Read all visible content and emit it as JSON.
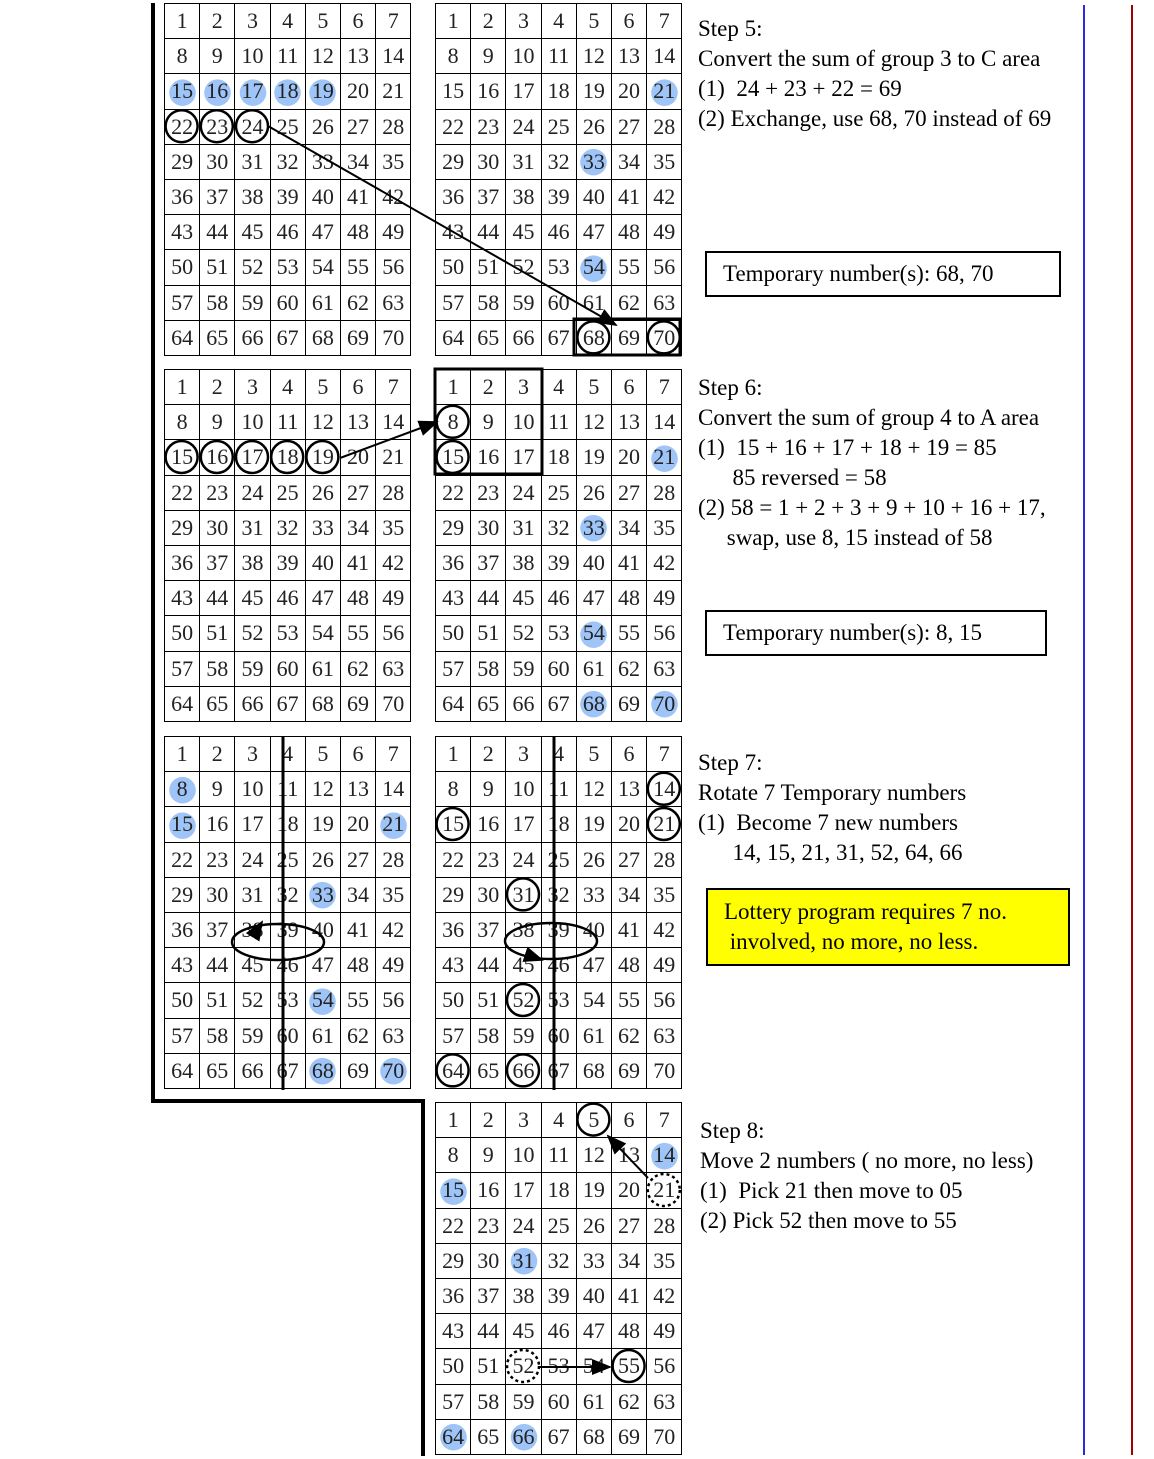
{
  "grid": {
    "rows": [
      [
        "1",
        "2",
        "3",
        "4",
        "5",
        "6",
        "7"
      ],
      [
        "8",
        "9",
        "10",
        "11",
        "12",
        "13",
        "14"
      ],
      [
        "15",
        "16",
        "17",
        "18",
        "19",
        "20",
        "21"
      ],
      [
        "22",
        "23",
        "24",
        "25",
        "26",
        "27",
        "28"
      ],
      [
        "29",
        "30",
        "31",
        "32",
        "33",
        "34",
        "35"
      ],
      [
        "36",
        "37",
        "38",
        "39",
        "40",
        "41",
        "42"
      ],
      [
        "43",
        "44",
        "45",
        "46",
        "47",
        "48",
        "49"
      ],
      [
        "50",
        "51",
        "52",
        "53",
        "54",
        "55",
        "56"
      ],
      [
        "57",
        "58",
        "59",
        "60",
        "61",
        "62",
        "63"
      ],
      [
        "64",
        "65",
        "66",
        "67",
        "68",
        "69",
        "70"
      ]
    ]
  },
  "colors": {
    "highlight": "#9fc5f8",
    "blue_line": "#2a2ae0",
    "red_line": "#a00000",
    "note_fill": "#ffff00"
  },
  "steps": [
    {
      "title": "Step 5:",
      "lines": [
        "Convert the sum of group 3 to C area",
        "(1)  24 + 23 + 22 = 69",
        "(2) Exchange, use 68, 70 instead of 69"
      ],
      "note": [
        "Temporary number(s):  68, 70"
      ]
    },
    {
      "title": "Step 6:",
      "lines": [
        "Convert the sum of group 4 to A area",
        "(1)  15 + 16 + 17 + 18 + 19 = 85",
        "      85 reversed = 58",
        "(2) 58 = 1 + 2 + 3 + 9 + 10 + 16 + 17,",
        "     swap, use 8, 15 instead of 58"
      ],
      "note": [
        "Temporary number(s):  8, 15"
      ]
    },
    {
      "title": "Step 7:",
      "lines": [
        "Rotate 7 Temporary numbers",
        "(1)  Become 7 new numbers",
        "      14, 15, 21, 31, 52, 64, 66"
      ],
      "note": [
        "Lottery program requires 7 no.",
        " involved, no more, no less."
      ]
    },
    {
      "title": "Step 8:",
      "lines": [
        "Move 2 numbers ( no more, no less)",
        "(1)  Pick 21 then move to 05",
        "(2) Pick 52 then move to 55"
      ],
      "note": []
    }
  ]
}
